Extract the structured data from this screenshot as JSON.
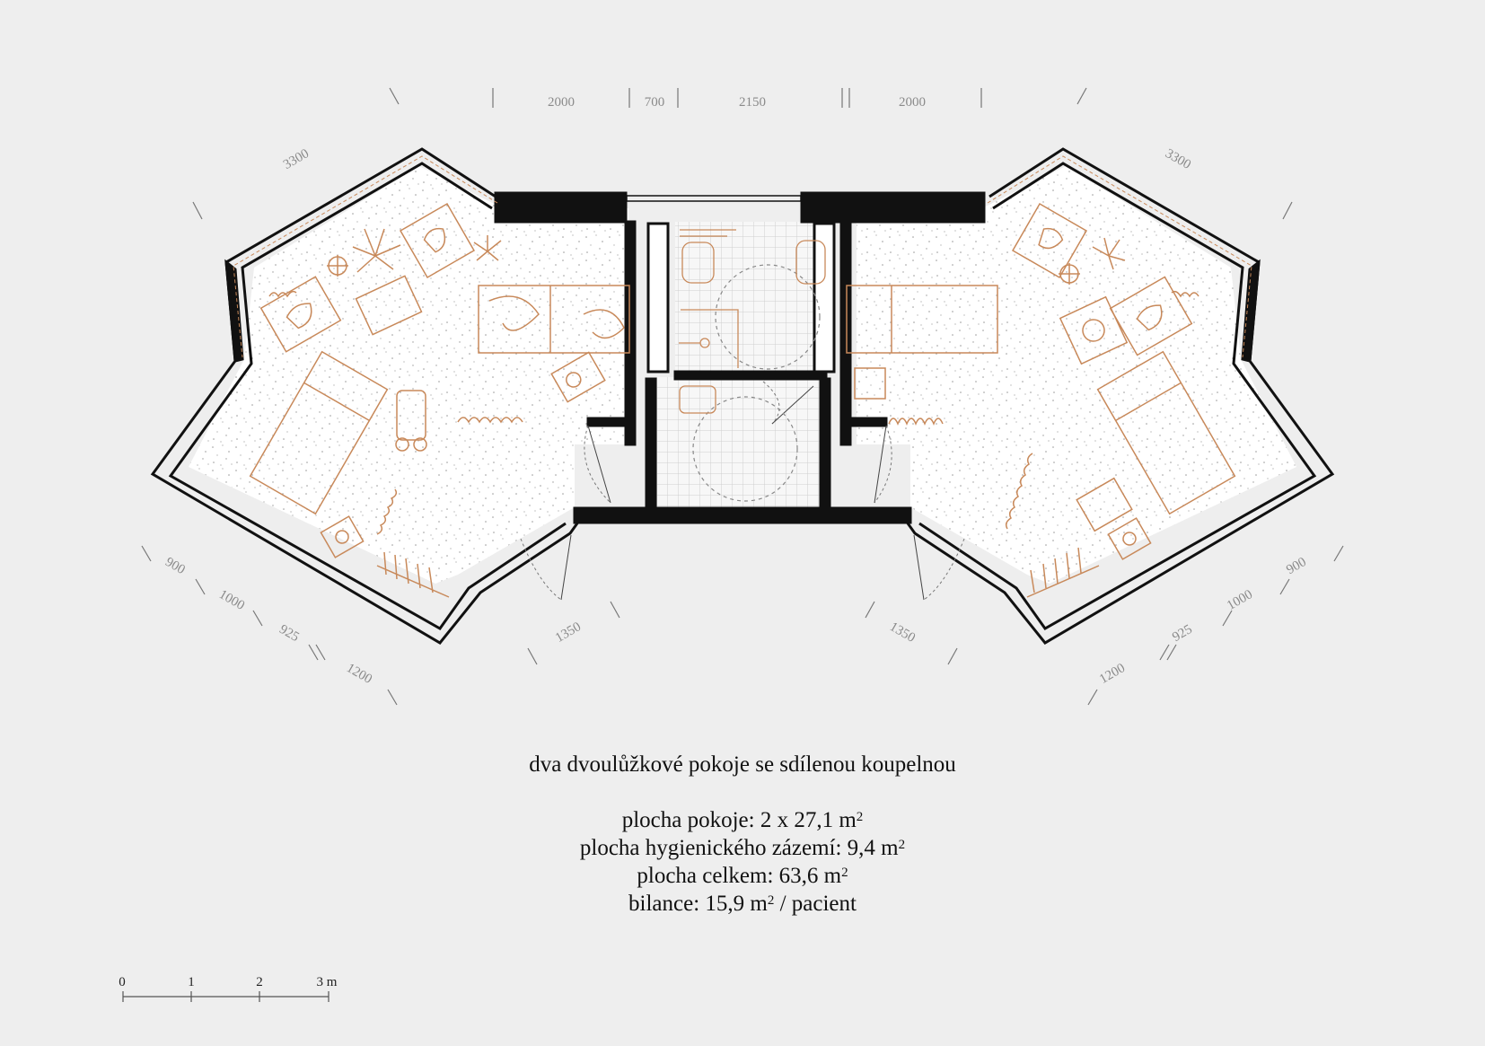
{
  "caption": {
    "title": "dva dvoulůžkové pokoje se sdílenou koupelnou",
    "lines": [
      {
        "text": "plocha pokoje: 2 x 27,1 m",
        "sup": "2",
        "after": ""
      },
      {
        "text": "plocha hygienického zázemí: 9,4 m",
        "sup": "2",
        "after": ""
      },
      {
        "text": "plocha celkem: 63,6 m",
        "sup": "2",
        "after": ""
      },
      {
        "text": "bilance: 15,9 m",
        "sup": "2",
        "after": " / pacient"
      }
    ]
  },
  "dimensions": {
    "top": [
      "2000",
      "700",
      "2150",
      "2000"
    ],
    "diag_top_left": "3300",
    "diag_top_right": "3300",
    "bottom_left": [
      "900",
      "1000",
      "925",
      "1200"
    ],
    "bottom_right": [
      "900",
      "1000",
      "925",
      "1200"
    ],
    "entrance_left": "1350",
    "entrance_right": "1350"
  },
  "scale_bar": {
    "labels": [
      "0",
      "1",
      "2",
      "3 m"
    ]
  },
  "colors": {
    "wall": "#111111",
    "furniture": "#c8895a",
    "floor_speckle": "#9a9a9a",
    "tile_grid": "#cfcfcf",
    "background": "#eeeeee"
  }
}
